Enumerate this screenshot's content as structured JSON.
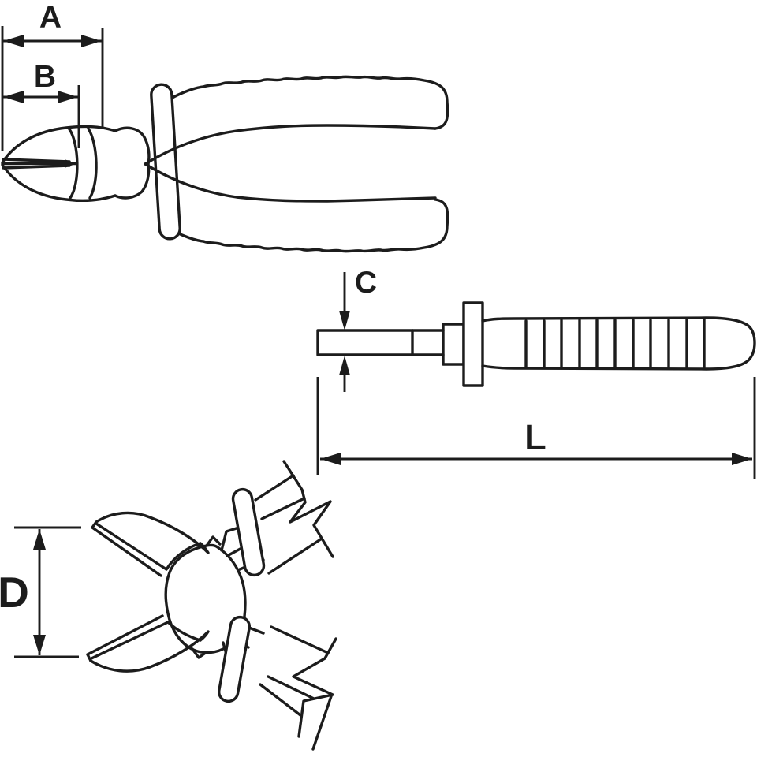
{
  "theme": {
    "background": "#ffffff",
    "line_color": "#1c1c1c"
  },
  "dimensions": {
    "a": {
      "label": "A"
    },
    "b": {
      "label": "B"
    },
    "c": {
      "label": "C"
    },
    "d": {
      "label": "D"
    },
    "l": {
      "label": "L"
    }
  }
}
